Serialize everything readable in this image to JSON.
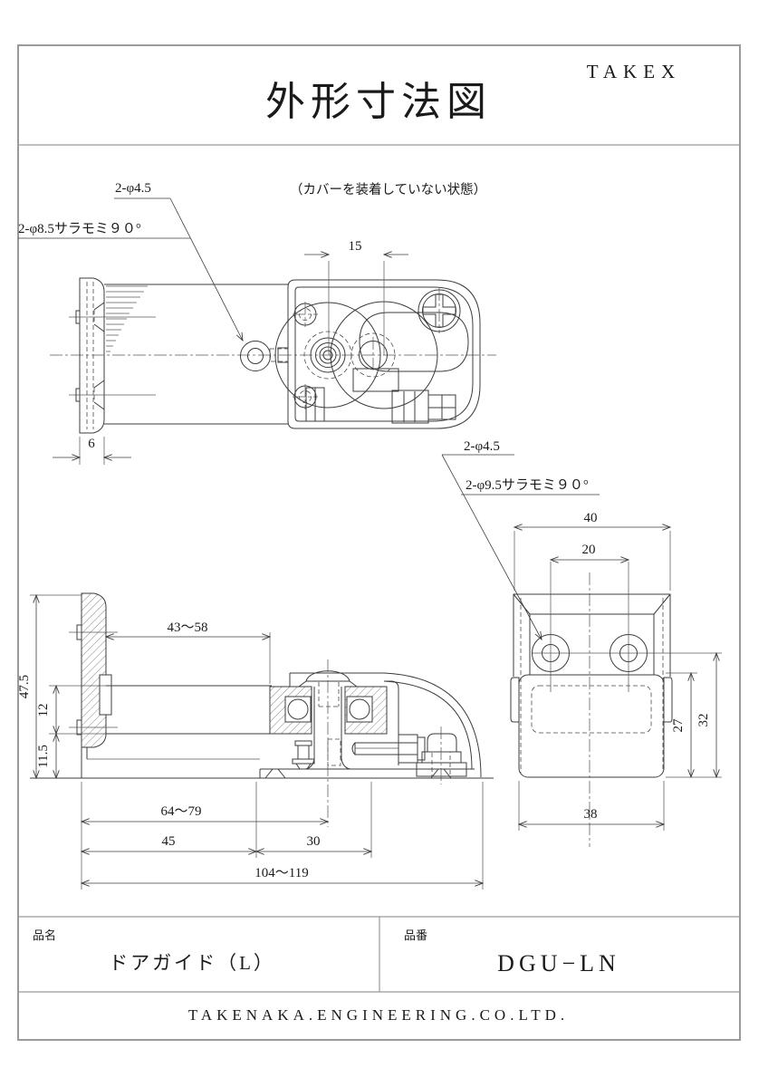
{
  "header": {
    "brand": "TAKEX",
    "title": "外形寸法図"
  },
  "upper_view": {
    "note": "（カバーを装着していない状態）",
    "callout_hole": "2-φ4.5",
    "callout_countersink": "2-φ8.5サラモミ９０°",
    "dim_pitch": "15",
    "dim_plate_thickness": "6"
  },
  "lower_left_view": {
    "dim_arm_range": "43～58",
    "dim_height_total": "47.5",
    "dim_arm_height": "12",
    "dim_base_height": "11.5",
    "dim_reach_range": "64～79",
    "dim_left": "45",
    "dim_right": "30",
    "dim_total_range": "104～119"
  },
  "lower_right_view": {
    "callout_hole": "2-φ4.5",
    "callout_countersink": "2-φ9.5サラモミ９０°",
    "dim_width": "40",
    "dim_hole_pitch": "20",
    "dim_height_inner": "27",
    "dim_height_outer": "32",
    "dim_base_width": "38"
  },
  "title_block": {
    "name_label": "品名",
    "name_value": "ドアガイド（L）",
    "number_label": "品番",
    "number_value": "DGU−LN",
    "company": "TAKENAKA.ENGINEERING.CO.LTD."
  }
}
